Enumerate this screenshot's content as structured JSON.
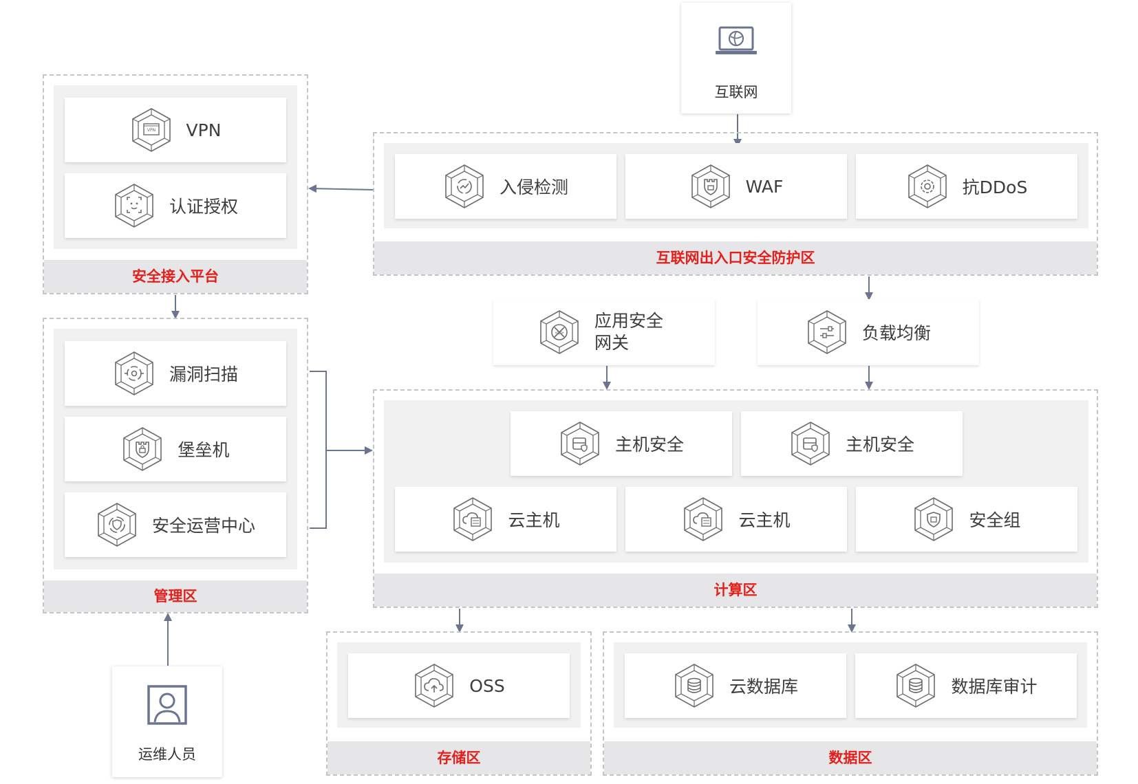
{
  "external": {
    "internet": {
      "label": "互联网",
      "icon": "laptop-globe-icon"
    },
    "ops": {
      "label": "运维人员",
      "icon": "person-icon"
    }
  },
  "zones": {
    "access": {
      "label": "安全接入平台",
      "items": [
        {
          "label": "VPN",
          "icon": "vpn-icon"
        },
        {
          "label": "认证授权",
          "icon": "face-scan-icon"
        }
      ]
    },
    "edge": {
      "label": "互联网出入口安全防护区",
      "items": [
        {
          "label": "入侵检测",
          "icon": "intrusion-detection-icon"
        },
        {
          "label": "WAF",
          "icon": "waf-castle-icon"
        },
        {
          "label": "抗DDoS",
          "icon": "ddos-gear-icon"
        }
      ]
    },
    "middle": {
      "items": [
        {
          "label": "应用安全网关",
          "icon": "app-gateway-icon"
        },
        {
          "label": "负载均衡",
          "icon": "load-balancer-icon"
        }
      ]
    },
    "management": {
      "label": "管理区",
      "items": [
        {
          "label": "漏洞扫描",
          "icon": "vulnerability-scan-icon"
        },
        {
          "label": "堡垒机",
          "icon": "bastion-icon"
        },
        {
          "label": "安全运营中心",
          "icon": "soc-shield-icon"
        }
      ]
    },
    "compute": {
      "label": "计算区",
      "items": [
        {
          "label": "主机安全",
          "icon": "host-security-icon"
        },
        {
          "label": "主机安全",
          "icon": "host-security-icon"
        },
        {
          "label": "云主机",
          "icon": "cloud-host-icon"
        },
        {
          "label": "云主机",
          "icon": "cloud-host-icon"
        },
        {
          "label": "安全组",
          "icon": "security-group-icon"
        }
      ]
    },
    "storage": {
      "label": "存储区",
      "items": [
        {
          "label": "OSS",
          "icon": "oss-cloud-icon"
        }
      ]
    },
    "data": {
      "label": "数据区",
      "items": [
        {
          "label": "云数据库",
          "icon": "database-icon"
        },
        {
          "label": "数据库审计",
          "icon": "database-audit-icon"
        }
      ]
    }
  },
  "colors": {
    "accent": "#e3201b",
    "arrow": "#6b7590",
    "icon": "#6b6b6b"
  }
}
